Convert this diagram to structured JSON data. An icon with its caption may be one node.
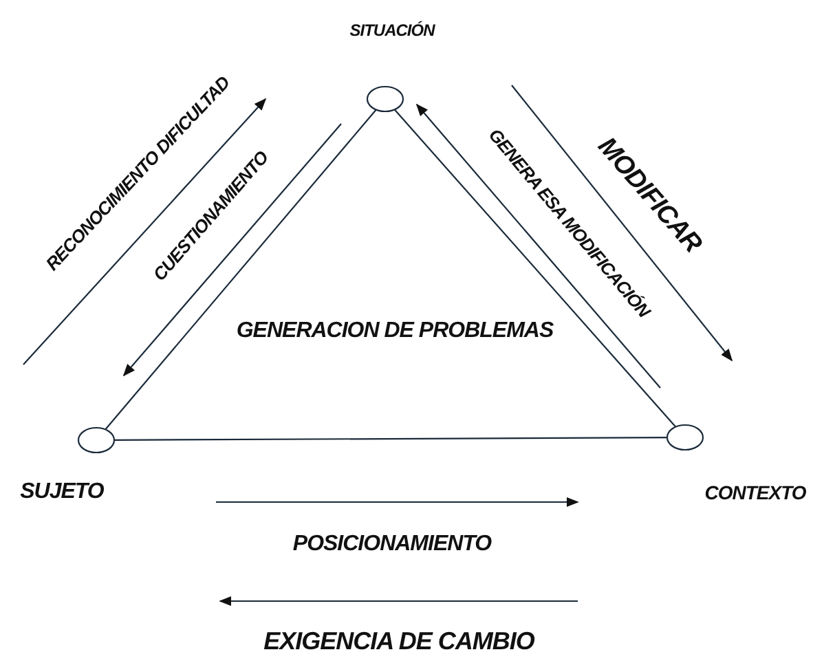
{
  "diagram": {
    "nodes": [
      {
        "text": [],
        "shape": "circle",
        "beside": [
          "SITUACIÓN"
        ]
      },
      {
        "text": [],
        "shape": "circle",
        "beside": [
          "SUJETO"
        ]
      },
      {
        "text": [],
        "shape": "circle",
        "beside": [
          "CONTEXTO"
        ]
      }
    ],
    "edges": [
      {
        "from": 0,
        "to": 1,
        "arrow": "none"
      },
      {
        "from": 0,
        "to": 2,
        "arrow": "none"
      },
      {
        "from": 1,
        "to": 2,
        "arrow": "none"
      },
      {
        "from": 1,
        "to": 0,
        "arrow": "to",
        "label": "RECONOCIMIENTO DIFICULTAD"
      },
      {
        "from": 0,
        "to": 1,
        "arrow": "to",
        "label": "CUESTIONAMIENTO"
      },
      {
        "from": 2,
        "to": 0,
        "arrow": "to",
        "label": "GENERA ESA MODIFICACIÓN"
      },
      {
        "from": 0,
        "to": 2,
        "arrow": "to",
        "label": "MODIFICAR"
      }
    ],
    "labels": [
      "GENERACION DE PROBLEMAS",
      "POSICIONAMIENTO",
      "EXIGENCIA DE CAMBIO"
    ]
  }
}
